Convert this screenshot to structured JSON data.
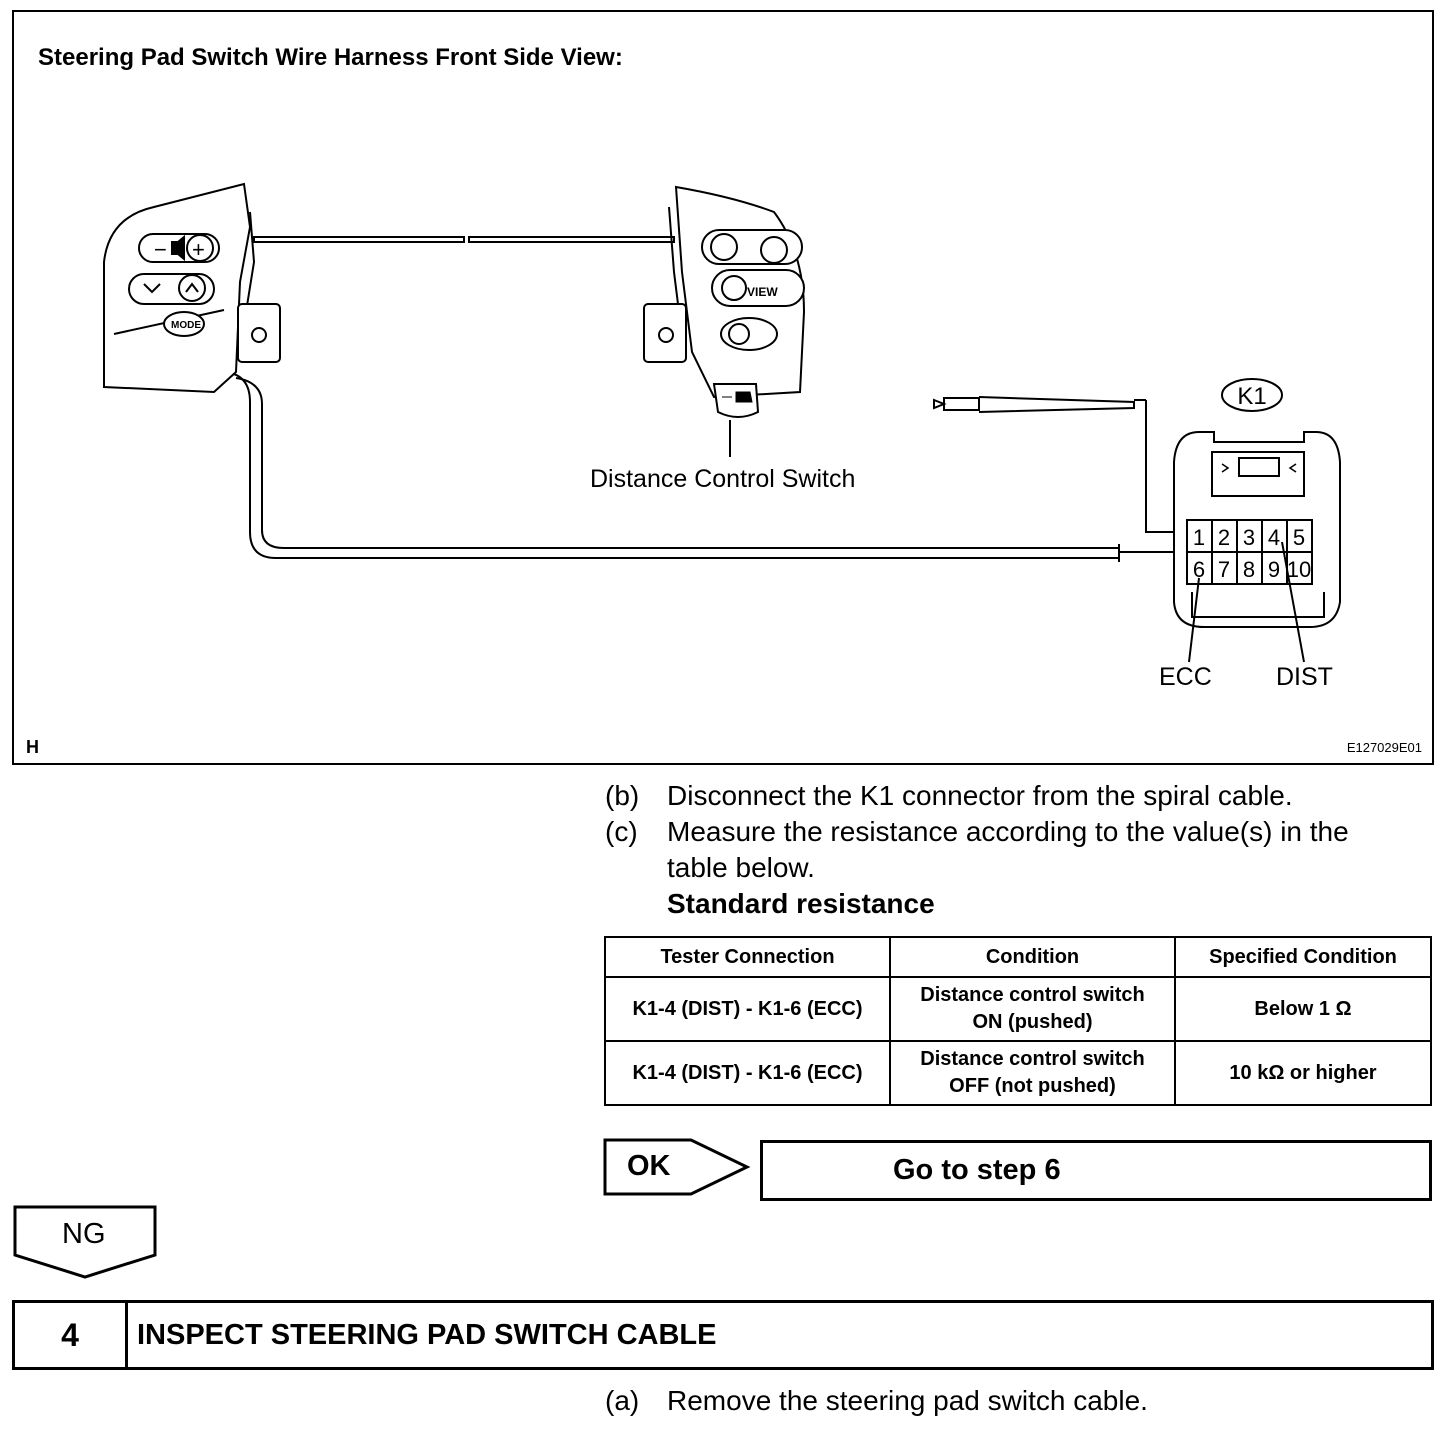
{
  "figure": {
    "title": "Steering Pad Switch Wire Harness Front Side View:",
    "corner_letter": "H",
    "figure_code": "E127029E01",
    "labels": {
      "distance_control_switch": "Distance Control Switch",
      "connector": "K1",
      "ecc": "ECC",
      "dist": "DIST",
      "view_button": "VIEW",
      "mode_button": "MODE"
    },
    "connector_pins": [
      "1",
      "2",
      "3",
      "4",
      "5",
      "6",
      "7",
      "8",
      "9",
      "10"
    ]
  },
  "steps": [
    {
      "letter": "(b)",
      "text": "Disconnect the K1 connector from the spiral cable."
    },
    {
      "letter": "(c)",
      "text": "Measure the resistance according to the value(s) in the table below."
    }
  ],
  "standard_heading": "Standard resistance",
  "table": {
    "headers": [
      "Tester Connection",
      "Condition",
      "Specified Condition"
    ],
    "rows": [
      {
        "connection": "K1-4 (DIST) - K1-6 (ECC)",
        "condition_line1": "Distance control switch",
        "condition_line2": "ON (pushed)",
        "spec": "Below 1 Ω"
      },
      {
        "connection": "K1-4 (DIST) - K1-6 (ECC)",
        "condition_line1": "Distance control switch",
        "condition_line2": "OFF (not pushed)",
        "spec": "10 kΩ or higher"
      }
    ]
  },
  "ok_label": "OK",
  "ok_target": "Go to step 6",
  "ng_label": "NG",
  "step4": {
    "number": "4",
    "title": "INSPECT STEERING PAD SWITCH CABLE"
  },
  "next_step": {
    "letter": "(a)",
    "text": "Remove the steering pad switch cable."
  }
}
